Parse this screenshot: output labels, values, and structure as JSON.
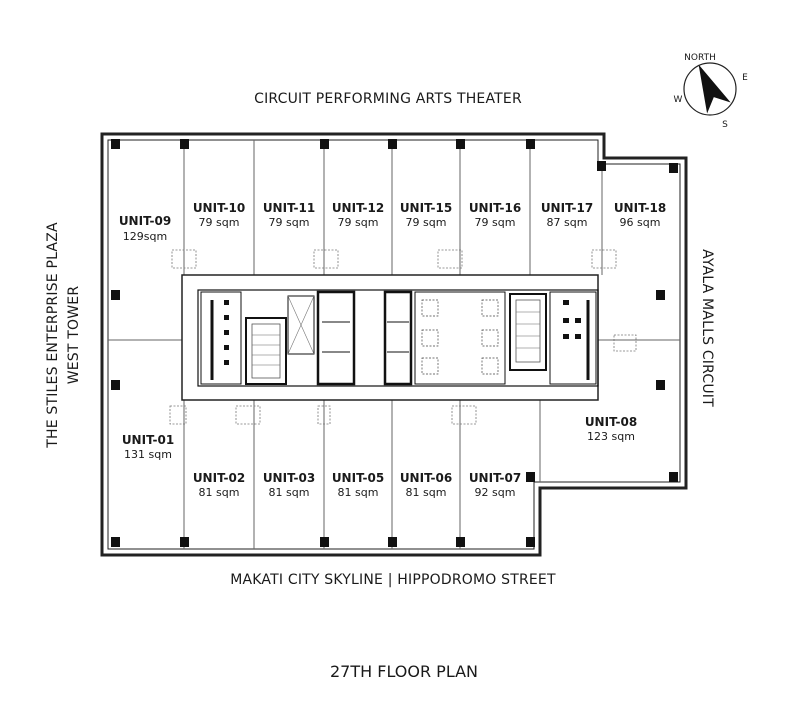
{
  "streets": {
    "top": "CIRCUIT PERFORMING ARTS THEATER",
    "bottom": "MAKATI CITY SKYLINE | HIPPODROMO STREET",
    "left_line1": "THE STILES ENTERPRISE PLAZA",
    "left_line2": "WEST TOWER",
    "right": "AYALA MALLS CIRCUIT"
  },
  "title": "27TH FLOOR PLAN",
  "compass": {
    "north": "NORTH",
    "east": "E",
    "south": "S",
    "west": "W"
  },
  "units": [
    {
      "name": "UNIT-09",
      "area": "129sqm"
    },
    {
      "name": "UNIT-10",
      "area": "79 sqm"
    },
    {
      "name": "UNIT-11",
      "area": "79 sqm"
    },
    {
      "name": "UNIT-12",
      "area": "79 sqm"
    },
    {
      "name": "UNIT-15",
      "area": "79 sqm"
    },
    {
      "name": "UNIT-16",
      "area": "79 sqm"
    },
    {
      "name": "UNIT-17",
      "area": "87 sqm"
    },
    {
      "name": "UNIT-18",
      "area": "96 sqm"
    },
    {
      "name": "UNIT-01",
      "area": "131 sqm"
    },
    {
      "name": "UNIT-02",
      "area": "81 sqm"
    },
    {
      "name": "UNIT-03",
      "area": "81 sqm"
    },
    {
      "name": "UNIT-05",
      "area": "81 sqm"
    },
    {
      "name": "UNIT-06",
      "area": "81 sqm"
    },
    {
      "name": "UNIT-07",
      "area": "92 sqm"
    },
    {
      "name": "UNIT-08",
      "area": "123 sqm"
    }
  ]
}
